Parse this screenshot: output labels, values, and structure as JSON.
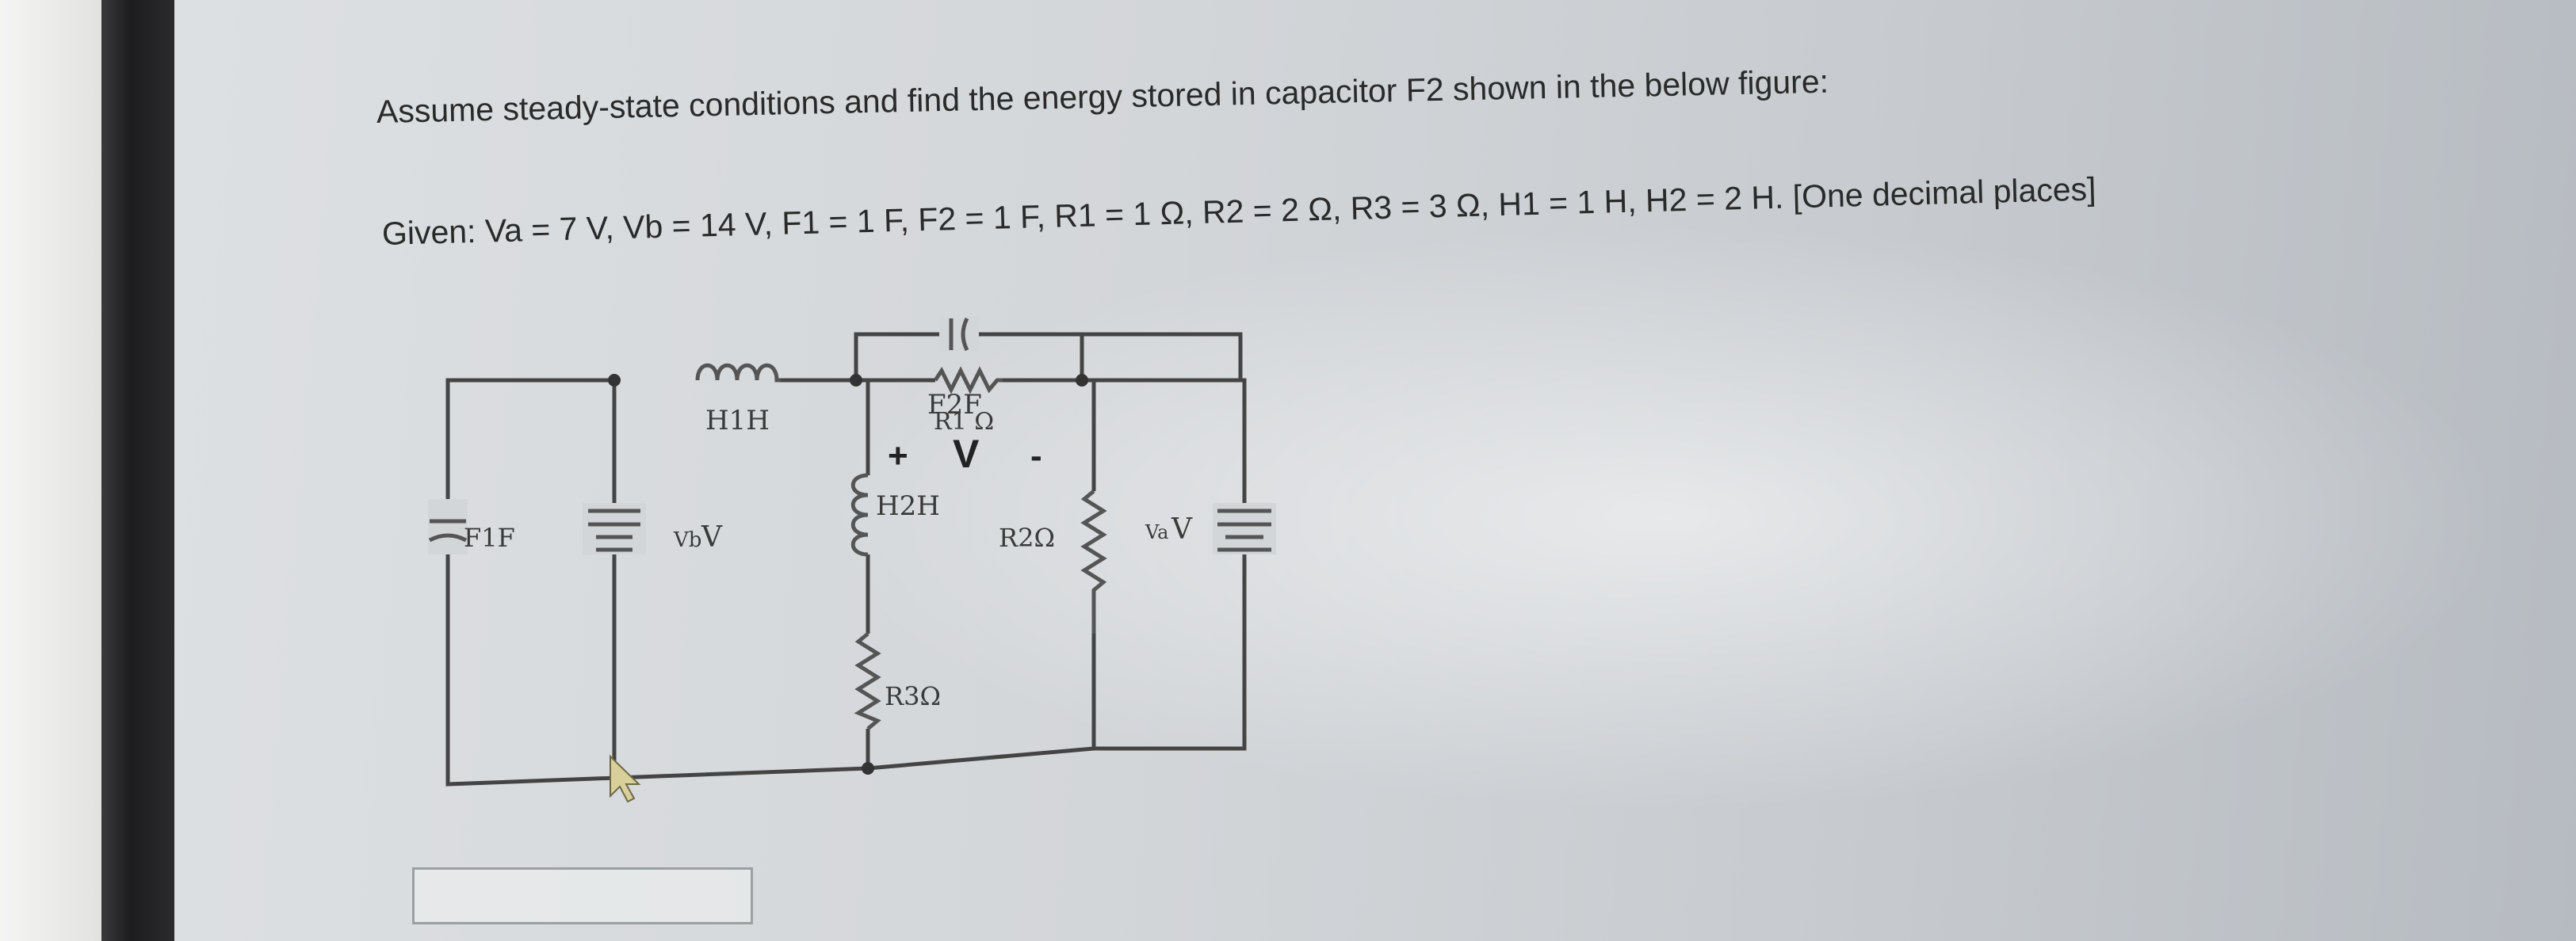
{
  "question": "Assume steady-state conditions and find the energy stored in capacitor F2 shown in the below figure:",
  "given": "Given: Va = 7 V, Vb = 14 V, F1 = 1 F, F2 = 1 F, R1 = 1 Ω, R2 = 2 Ω, R3 = 3 Ω, H1 = 1 H, H2 = 2 H. [One decimal places]",
  "circuit": {
    "f2_label": "F2F",
    "plus_sign": "+",
    "v_label": "V",
    "minus_sign": "-",
    "r1_label": "R1 Ω",
    "h1_label": "H1H",
    "h2_label": "H2H",
    "r2_label": "R2Ω",
    "r3_label": "R3Ω",
    "f1_label": "F1F",
    "vb_label_sub": "Vb",
    "vb_label_unit": "V",
    "va_label_sub": "Va",
    "va_label_unit": "V"
  },
  "answer": {
    "value": ""
  }
}
